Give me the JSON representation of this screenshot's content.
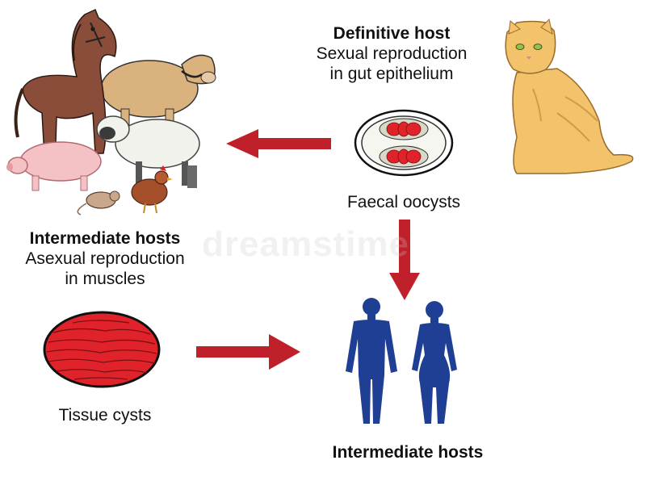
{
  "definitive_host": {
    "title": "Definitive host",
    "line1": "Sexual reproduction",
    "line2": "in gut epithelium"
  },
  "faecal_oocysts": {
    "label": "Faecal oocysts"
  },
  "intermediate_hosts_animals": {
    "title": "Intermediate hosts",
    "line1": "Asexual reproduction",
    "line2": "in muscles"
  },
  "tissue_cysts": {
    "label": "Tissue cysts"
  },
  "intermediate_hosts_humans": {
    "title": "Intermediate hosts"
  },
  "watermark": "dreamstime",
  "colors": {
    "arrow": "#c0202a",
    "human_silhouette": "#1f3f95",
    "cyst_red": "#e0232b",
    "cat": "#f2c36b"
  }
}
